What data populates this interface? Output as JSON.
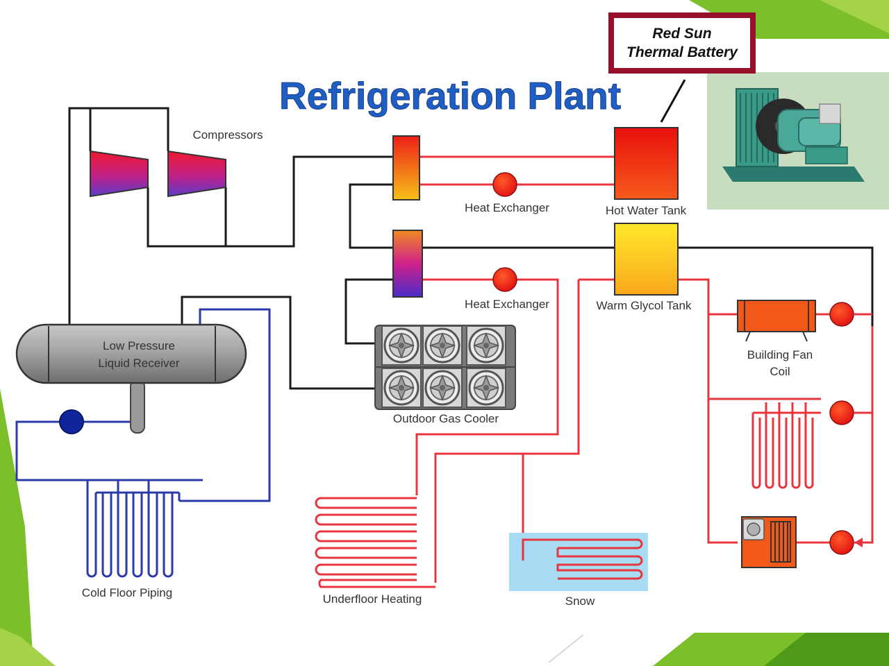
{
  "title": "Refrigeration Plant",
  "callout": {
    "line1": "Red Sun",
    "line2": "Thermal Battery"
  },
  "labels": {
    "compressors": "Compressors",
    "heat_exchanger_top": "Heat Exchanger",
    "hot_water_tank": "Hot Water Tank",
    "heat_exchanger_mid": "Heat Exchanger",
    "warm_glycol_tank": "Warm Glycol Tank",
    "receiver_line1": "Low Pressure",
    "receiver_line2": "Liquid Receiver",
    "gas_cooler": "Outdoor Gas Cooler",
    "building_fan_line1": "Building Fan",
    "building_fan_line2": "Coil",
    "cold_floor": "Cold Floor Piping",
    "underfloor": "Underfloor Heating",
    "snow": "Snow"
  },
  "colors": {
    "title": "#1f5fc4",
    "co2_line": "#1a1a1a",
    "hot_line": "#e8343c",
    "cold_line": "#2b3aa8",
    "green_accent": "#7bbf2a",
    "callout_border": "#96102a",
    "snow_area": "#a8dcf4",
    "photo_bg": "#c8dcc0"
  },
  "icons": [
    "compressor-icon",
    "heat-exchanger-icon",
    "pump-icon",
    "fan-icon",
    "radiator-icon",
    "air-handler-icon",
    "condensing-unit-photo"
  ]
}
